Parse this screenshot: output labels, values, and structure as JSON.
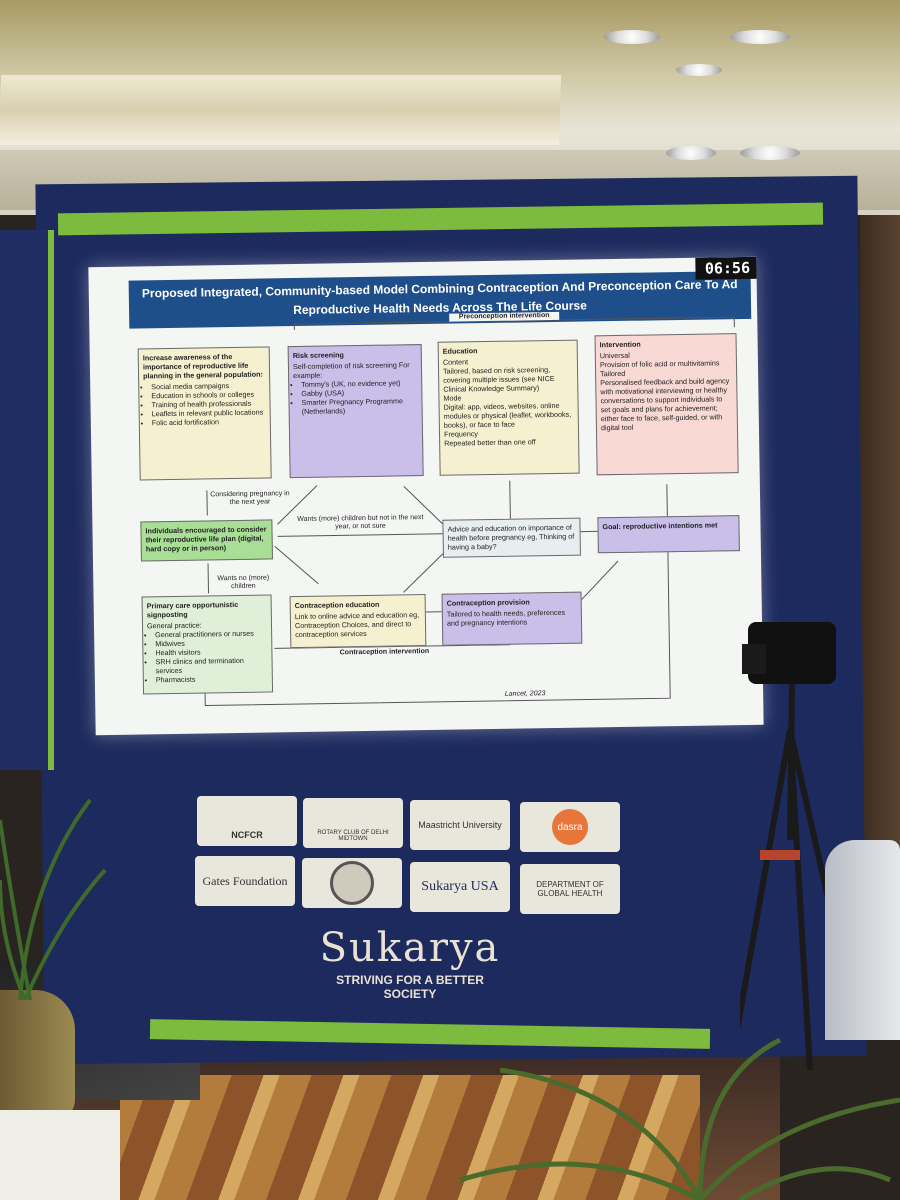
{
  "slide": {
    "title_line1": "Proposed Integrated, Community-based Model Combining Contraception And Preconception Care To Ad",
    "title_line2": "Reproductive Health Needs Across The Life Course",
    "timer": "06:56",
    "preconception_label": "Preconception intervention",
    "contraception_label": "Contraception intervention",
    "source": "Lancet, 2023",
    "awareness": {
      "heading": "Increase awareness of the importance of reproductive life planning in the general population:",
      "items": [
        "Social media campaigns",
        "Education in schools or colleges",
        "Training of health professionals",
        "Leaflets in relevant public locations",
        "Folic acid fortification"
      ]
    },
    "risk": {
      "heading": "Risk screening",
      "intro": "Self-completion of risk screening For example:",
      "items": [
        "Tommy's (UK, no evidence yet)",
        "Gabby (USA)",
        "Smarter Pregnancy Programme (Netherlands)"
      ]
    },
    "education": {
      "heading": "Education",
      "content_label": "Content",
      "content": "Tailored, based on risk screening, covering multiple issues (see NICE Clinical Knowledge Summary)",
      "mode_label": "Mode",
      "mode": "Digital: app, videos, websites, online modules or physical (leaflet, workbooks, books), or face to face",
      "freq_label": "Frequency",
      "freq": "Repeated better than one off"
    },
    "intervention": {
      "heading": "Intervention",
      "universal_label": "Universal",
      "universal": "Provision of folic acid or multivitamins",
      "tailored_label": "Tailored",
      "tailored": "Personalised feedback and build agency with motivational interviewing or healthy conversations to support individuals to set goals and plans for achievement; either face to face, self-guided, or with digital tool"
    },
    "individuals": "Individuals encouraged to consider their reproductive life plan (digital, hard copy or in person)",
    "advice": "Advice and education on importance of health before pregnancy eg, Thinking of having a baby?",
    "goal": "Goal: reproductive intentions met",
    "considering": "Considering pregnancy in the next year",
    "wants_more": "Wants (more) children but not in the next year, or not sure",
    "wants_no": "Wants no (more) children",
    "primary": {
      "heading": "Primary care opportunistic signposting",
      "intro": "General practice:",
      "items": [
        "General practitioners or nurses",
        "Midwives",
        "Health visitors",
        "SRH clinics and termination services",
        "Pharmacists"
      ]
    },
    "contra_edu": {
      "heading": "Contraception education",
      "text": "Link to online advice and education eg, Contraception Choices, and direct to contraception services"
    },
    "contra_prov": {
      "heading": "Contraception provision",
      "text": "Tailored to health needs, preferences and pregnancy intentions"
    }
  },
  "logos": [
    "NCFCR",
    "ROTARY CLUB OF DELHI MIDTOWN",
    "Maastricht University",
    "dasra",
    "Gates Foundation",
    "",
    "Sukarya USA",
    "DEPARTMENT OF GLOBAL HEALTH"
  ],
  "brand": {
    "name": "Sukarya",
    "tagline": "STRIVING FOR A BETTER SOCIETY"
  }
}
